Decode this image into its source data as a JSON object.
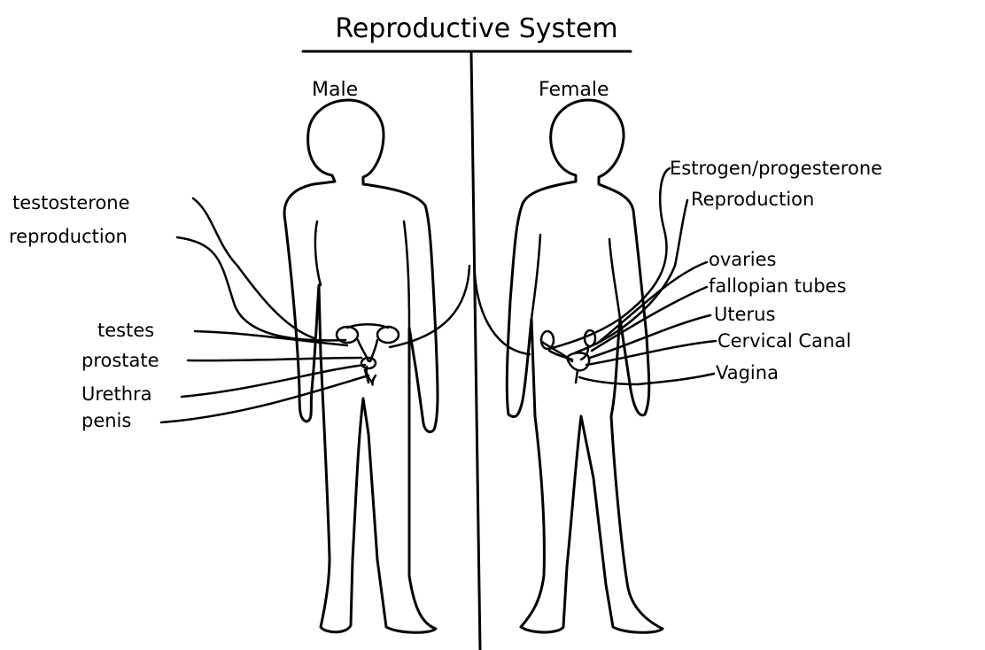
{
  "diagram": {
    "title": "Reproductive System",
    "male": {
      "heading": "Male",
      "hormone_note": [
        "testosterone",
        "reproduction"
      ],
      "labels": [
        "testes",
        "prostate",
        "Urethra",
        "penis"
      ]
    },
    "female": {
      "heading": "Female",
      "hormone_note": [
        "Estrogen/progesterone",
        "Reproduction"
      ],
      "labels": [
        "ovaries",
        "fallopian tubes",
        "Uterus",
        "Cervical Canal",
        "Vagina"
      ]
    }
  },
  "colors": {
    "ink": "#000000",
    "paper": "#ffffff"
  }
}
